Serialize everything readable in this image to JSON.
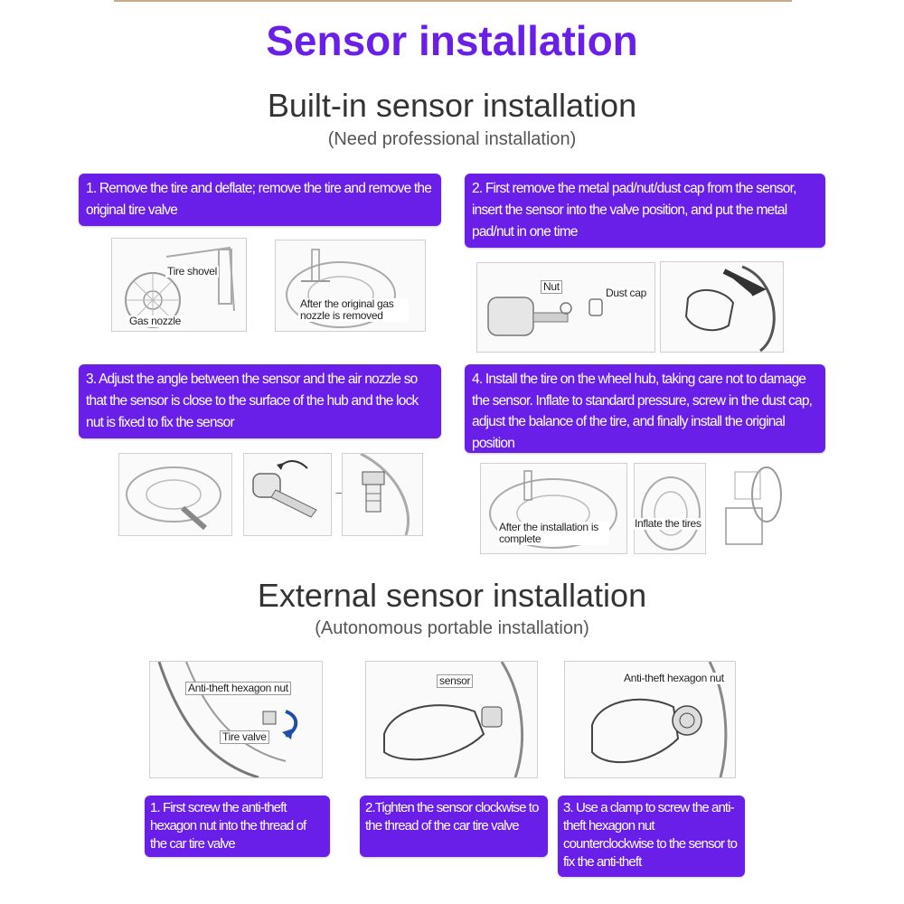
{
  "title": "Sensor installation",
  "builtin": {
    "title": "Built-in sensor installation",
    "subtitle": "(Need professional installation)",
    "steps": [
      "1. Remove the tire and deflate; remove the tire and remove the original tire valve",
      "2. First remove the metal pad/nut/dust cap from the sensor, insert the sensor into the valve position, and put the metal pad/nut in one time",
      "3. Adjust the angle between the sensor and the air nozzle so that the sensor is close to the surface of the hub and the lock nut is fixed to fix the sensor",
      "4. Install the tire on the wheel hub, taking care not to damage the sensor. Inflate to standard pressure, screw in the dust cap, adjust the balance of the tire, and finally install the original position"
    ],
    "labels": {
      "tire_shovel": "Tire shovel",
      "gas_nozzle": "Gas nozzle",
      "after_removed": "After the original gas nozzle is removed",
      "nut": "Nut",
      "dust_cap": "Dust cap",
      "after_installation": "After the installation is complete",
      "inflate": "Inflate the tires"
    }
  },
  "external": {
    "title": "External sensor installation",
    "subtitle": "(Autonomous portable installation)",
    "steps": [
      "1. First screw the anti-theft hexagon nut into the thread of the car tire valve",
      "2.Tighten the sensor clockwise to the thread of the car tire valve",
      "3. Use a clamp to screw the anti-theft hexagon nut counterclockwise to the sensor to fix the anti-theft"
    ],
    "labels": {
      "anti_theft_nut": "Anti-theft hexagon nut",
      "tire_valve": "Tire valve",
      "sensor": "sensor",
      "anti_theft_nut_2": "Anti-theft hexagon nut"
    }
  }
}
